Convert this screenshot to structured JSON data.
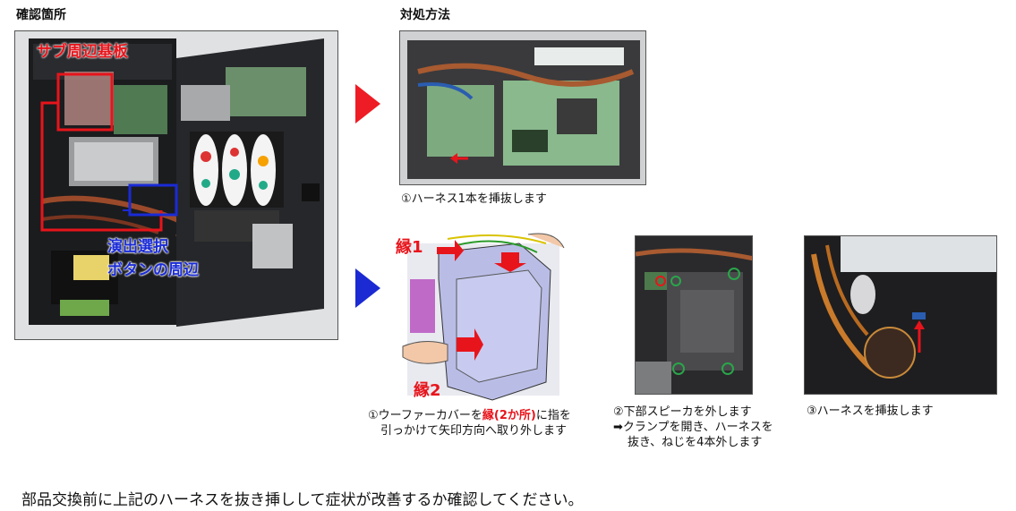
{
  "sections": {
    "confirm_header": "確認箇所",
    "remedy_header": "対処方法"
  },
  "confirm_photo": {
    "label_sub": "サブ周辺基板",
    "label_select_line1": "演出選択",
    "label_select_line2": "ボタンの周辺"
  },
  "arrows": {
    "red_color": "#ee1c24",
    "blue_color": "#1b2ad2"
  },
  "red_path": {
    "caption": "①ハーネス1本を挿抜します"
  },
  "blue_path": {
    "diagram": {
      "edge1": "縁1",
      "edge2": "縁2"
    },
    "step1": {
      "part_a": "①ウーファーカバーを",
      "part_b": "縁(2か所)",
      "part_c": "に指を",
      "line2": "引っかけて矢印方向へ取り外します"
    },
    "step2": {
      "line1": "②下部スピーカを外します",
      "line2": "➡クランプを開き、ハーネスを",
      "line3": "抜き、ねじを4本外します"
    },
    "step3": {
      "line1": "③ハーネスを挿抜します"
    }
  },
  "footer": {
    "text": "部品交換前に上記のハーネスを抜き挿しして症状が改善するか確認してください。"
  }
}
